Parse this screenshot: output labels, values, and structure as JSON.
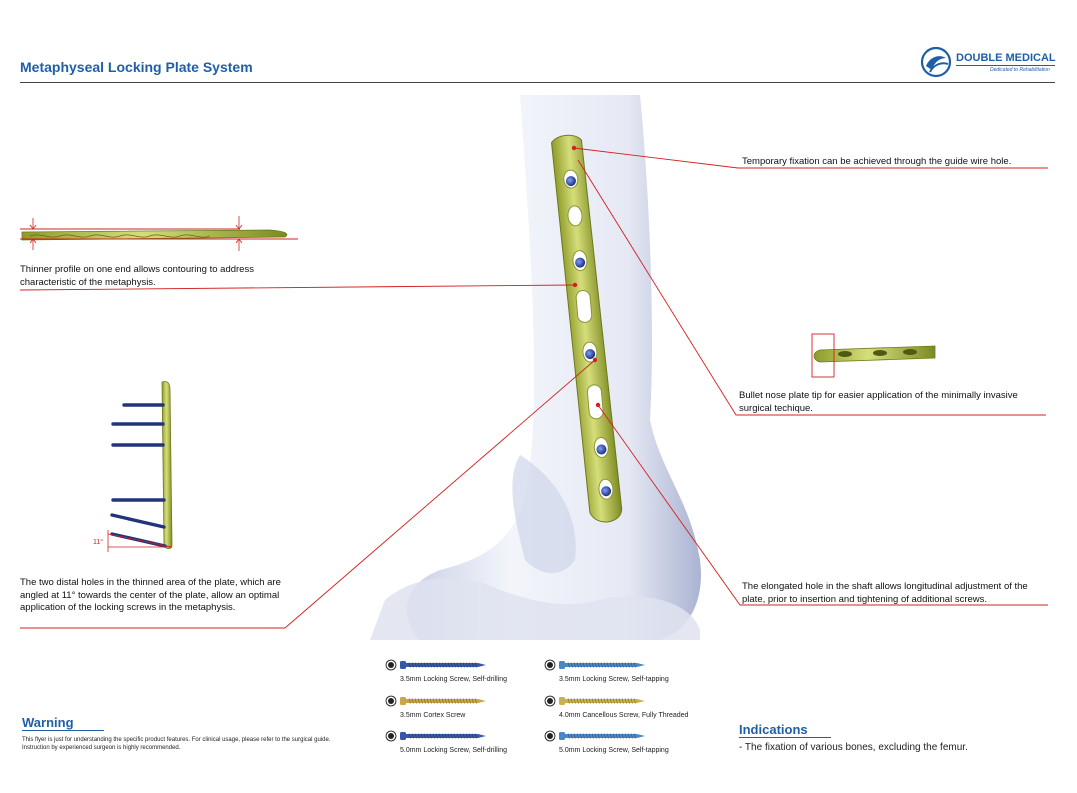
{
  "header": {
    "title": "Metaphyseal Locking Plate System",
    "brand_name": "DOUBLE MEDICAL",
    "brand_tagline": "Dedicated to Rehabilitation"
  },
  "callouts": {
    "guide_wire": "Temporary fixation can be achieved through the guide wire hole.",
    "thinner_profile": "Thinner profile on one end allows contouring to address characteristic of the metaphysis.",
    "bullet_nose": "Bullet nose plate tip for easier application of the minimally invasive surgical techique.",
    "distal_holes": "The two distal holes in the thinned area of the plate, which are angled at 11° towards the center of the plate, allow an optimal application of the locking screws in the metaphysis.",
    "elongated_hole": "The elongated hole in the shaft allows longitudinal adjustment of the plate, prior to insertion and tightening of additional screws.",
    "angle_label": "11°"
  },
  "screws": [
    {
      "label": "3.5mm Locking Screw, Self-drilling",
      "color": "#3a56a8"
    },
    {
      "label": "3.5mm Locking Screw, Self-tapping",
      "color": "#4a86c8"
    },
    {
      "label": "3.5mm Cortex Screw",
      "color": "#c9a646"
    },
    {
      "label": "4.0mm Cancellous Screw, Fully Threaded",
      "color": "#c9b24a"
    },
    {
      "label": "5.0mm Locking Screw, Self-drilling",
      "color": "#3a56a8"
    },
    {
      "label": "5.0mm Locking Screw, Self-tapping",
      "color": "#4a86c8"
    }
  ],
  "warning": {
    "title": "Warning",
    "text": "This flyer is just for understanding the specific product features. For clinical usage, please refer to the surgical guide. Instruction by experienced surgeon is highly recommended."
  },
  "indications": {
    "title": "Indications",
    "text": "- The fixation of various bones, excluding the femur."
  },
  "colors": {
    "brand_blue": "#1f5fa8",
    "callout_red": "#d32020",
    "plate_green": "#b7c443"
  }
}
